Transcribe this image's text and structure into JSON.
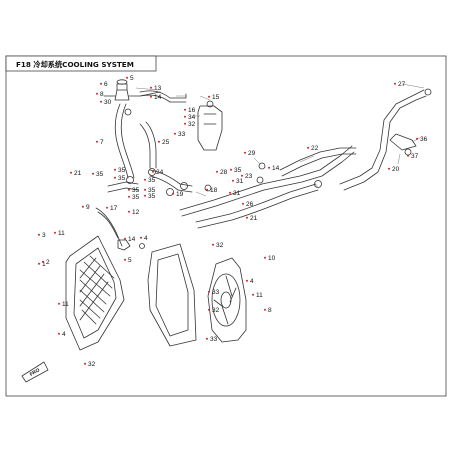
{
  "title": "F18 冷却系统COOLING SYSTEM",
  "colors": {
    "line": "#333333",
    "callout": "#d62020",
    "background": "#ffffff",
    "tab": "#cfcfcf"
  },
  "front_badge": "FRO",
  "callouts": [
    "27",
    "36",
    "37",
    "20",
    "5",
    "6",
    "8",
    "30",
    "13",
    "14",
    "15",
    "16",
    "34",
    "32",
    "33",
    "7",
    "25",
    "22",
    "21",
    "35",
    "35",
    "35",
    "35",
    "35",
    "29",
    "28",
    "31",
    "31",
    "23",
    "35",
    "24",
    "35",
    "35",
    "35",
    "18",
    "19",
    "26",
    "21",
    "14",
    "17",
    "12",
    "9",
    "14",
    "4",
    "5",
    "3",
    "2",
    "11",
    "32",
    "10",
    "4",
    "1",
    "11",
    "33",
    "11",
    "32",
    "8",
    "4",
    "32",
    "33"
  ]
}
